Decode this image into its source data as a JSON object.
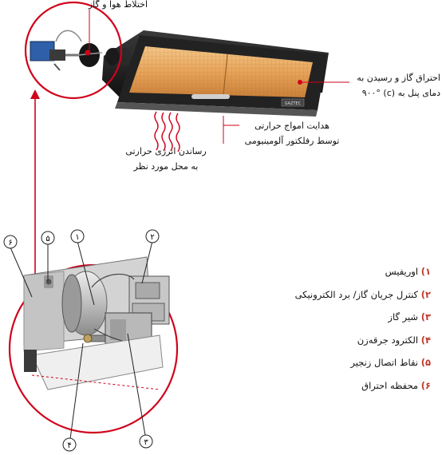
{
  "top_label": "اختلاط هوا و گاز",
  "callout_right": [
    "احتراق گاز و رسیدن به",
    "دمای پنل به (c) ۹۰۰°"
  ],
  "callout_middle": [
    "هدایت امواج حرارتی",
    "توسط رفلکتور آلومینیومی"
  ],
  "callout_bottom": [
    "رساندن انرژی حرارتی",
    "به محل مورد نظر"
  ],
  "markers": {
    "m1": "۱",
    "m2": "۲",
    "m3": "۳",
    "m4": "۴",
    "m5": "۵",
    "m6": "۶"
  },
  "legend": [
    {
      "num": "۱)",
      "text": "اوریفیس"
    },
    {
      "num": "۲)",
      "text": "کنترل جریان گاز/ برد الکترونیکی"
    },
    {
      "num": "۳)",
      "text": "شیر گاز"
    },
    {
      "num": "۴)",
      "text": "الکترود جرقه‌زن"
    },
    {
      "num": "۵)",
      "text": "نقاط اتصال زنجیر"
    },
    {
      "num": "۶)",
      "text": "محفظه احتراق"
    }
  ],
  "heater_badge": "GAZTEC",
  "colors": {
    "accent_red": "#d0021b",
    "legend_number": "#c0392b",
    "panel_orange": "#e8a45a",
    "body_dark": "#1d1d1d"
  }
}
